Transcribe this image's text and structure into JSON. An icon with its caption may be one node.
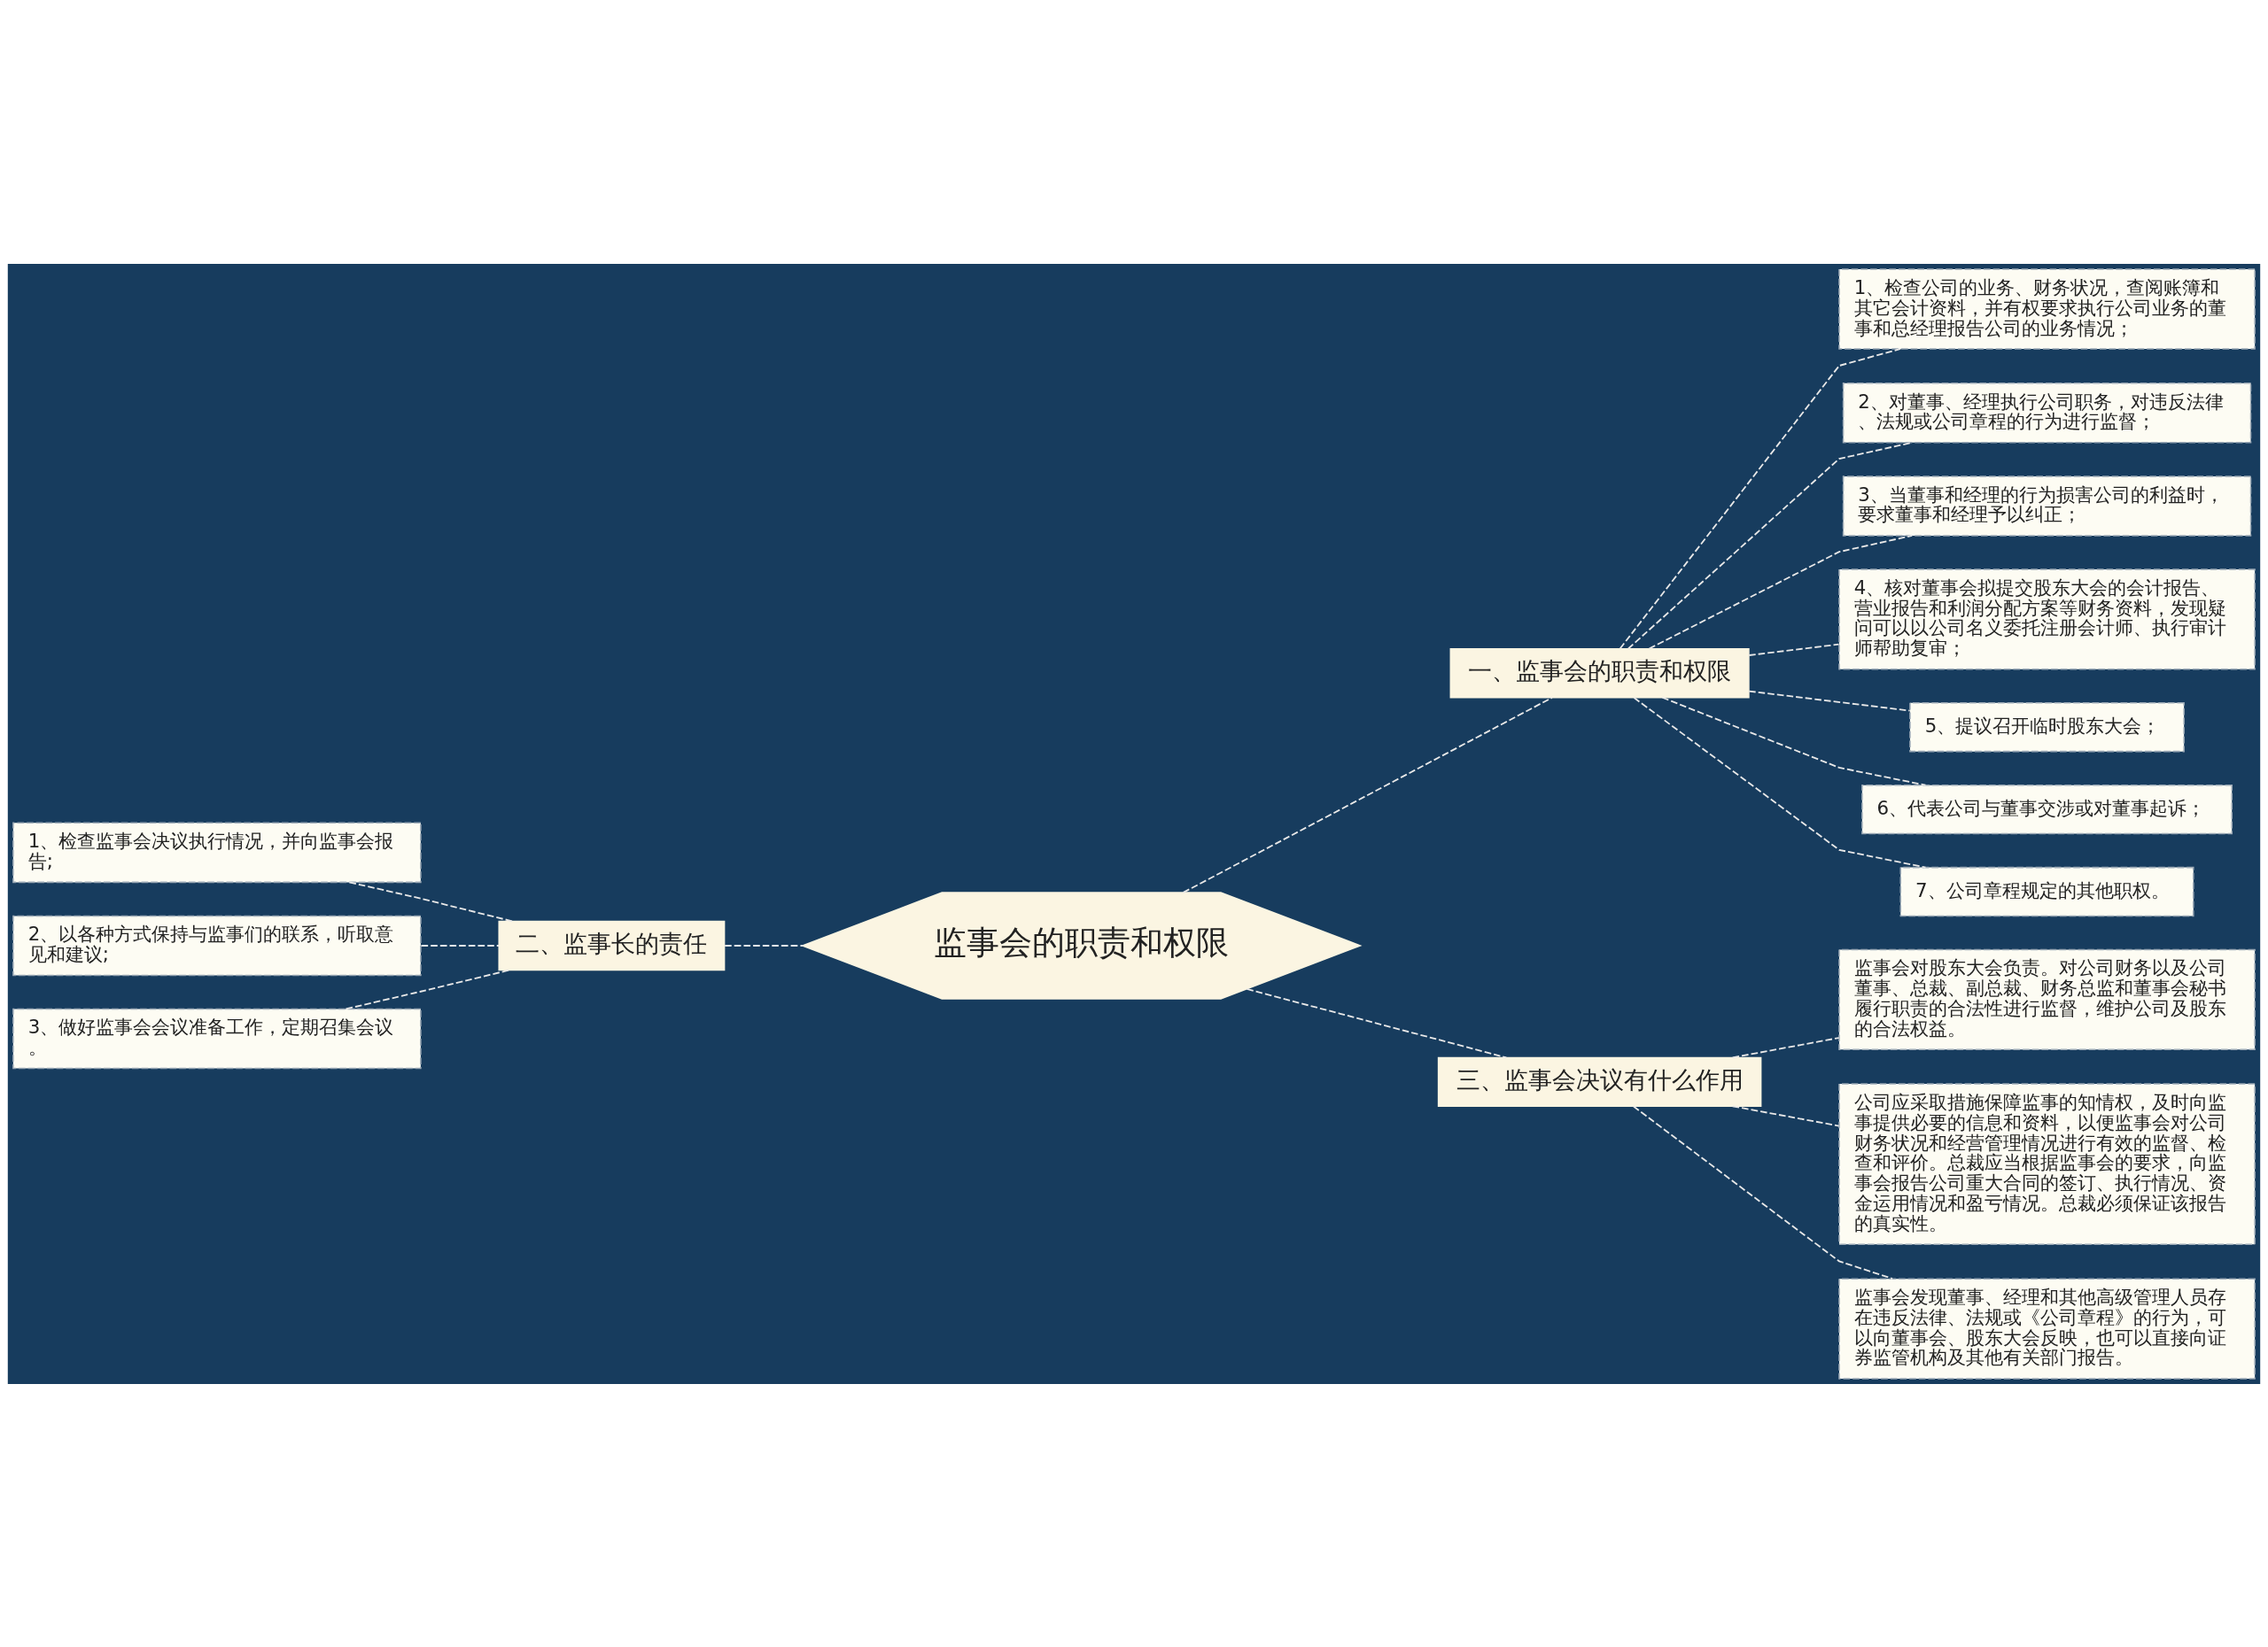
{
  "diagram": {
    "nodes": [
      {
        "text": [
          "监事会的职责和权限"
        ]
      },
      {
        "text": [
          "一、监事会的职责和权限"
        ]
      },
      {
        "text": [
          "1、检查公司的业务、财务状况，查阅账簿和其它会计资料，并有权要求执行公司业务的董事和总经理报告公司的业务情况；"
        ]
      },
      {
        "text": [
          "2、对董事、经理执行公司职务，对违反法律、法规或公司章程的行为进行监督；"
        ]
      },
      {
        "text": [
          "3、当董事和经理的行为损害公司的利益时，要求董事和经理予以纠正；"
        ]
      },
      {
        "text": [
          "4、核对董事会拟提交股东大会的会计报告、营业报告和利润分配方案等财务资料，发现疑问可以以公司名义委托注册会计师、执行审计师帮助复审；"
        ]
      },
      {
        "text": [
          "5、提议召开临时股东大会；"
        ]
      },
      {
        "text": [
          "6、代表公司与董事交涉或对董事起诉；"
        ]
      },
      {
        "text": [
          "7、公司章程规定的其他职权。"
        ]
      },
      {
        "text": [
          "二、监事长的责任"
        ]
      },
      {
        "text": [
          "1、检查监事会决议执行情况，并向监事会报告;"
        ]
      },
      {
        "text": [
          "2、以各种方式保持与监事们的联系，听取意见和建议;"
        ]
      },
      {
        "text": [
          "3、做好监事会会议准备工作，定期召集会议。"
        ]
      },
      {
        "text": [
          "三、监事会决议有什么作用"
        ]
      },
      {
        "text": [
          "监事会对股东大会负责。对公司财务以及公司董事、总裁、副总裁、财务总监和董事会秘书履行职责的合法性进行监督，维护公司及股东的合法权益。"
        ]
      },
      {
        "text": [
          "公司应采取措施保障监事的知情权，及时向监事提供必要的信息和资料，以便监事会对公司财务状况和经营管理情况进行有效的监督、检查和评价。总裁应当根据监事会的要求，向监事会报告公司重大合同的签订、执行情况、资金运用情况和盈亏情况。总裁必须保证该报告的真实性。"
        ]
      },
      {
        "text": [
          "监事会发现董事、经理和其他高级管理人员存在违反法律、法规或《公司章程》的行为，可以向董事会、股东大会反映，也可以直接向证券监管机构及其他有关部门报告。"
        ]
      }
    ],
    "edges": [
      {
        "from": 0,
        "to": 1,
        "arrow": "none",
        "style": "dashed"
      },
      {
        "from": 1,
        "to": 2,
        "arrow": "none",
        "style": "dashed"
      },
      {
        "from": 1,
        "to": 3,
        "arrow": "none",
        "style": "dashed"
      },
      {
        "from": 1,
        "to": 4,
        "arrow": "none",
        "style": "dashed"
      },
      {
        "from": 1,
        "to": 5,
        "arrow": "none",
        "style": "dashed"
      },
      {
        "from": 1,
        "to": 6,
        "arrow": "none",
        "style": "dashed"
      },
      {
        "from": 1,
        "to": 7,
        "arrow": "none",
        "style": "dashed"
      },
      {
        "from": 1,
        "to": 8,
        "arrow": "none",
        "style": "dashed"
      },
      {
        "from": 0,
        "to": 9,
        "arrow": "none",
        "style": "dashed"
      },
      {
        "from": 9,
        "to": 10,
        "arrow": "none",
        "style": "dashed"
      },
      {
        "from": 9,
        "to": 11,
        "arrow": "none",
        "style": "dashed"
      },
      {
        "from": 9,
        "to": 12,
        "arrow": "none",
        "style": "dashed"
      },
      {
        "from": 0,
        "to": 13,
        "arrow": "none",
        "style": "dashed"
      },
      {
        "from": 13,
        "to": 14,
        "arrow": "none",
        "style": "dashed"
      },
      {
        "from": 13,
        "to": 15,
        "arrow": "none",
        "style": "dashed"
      },
      {
        "from": 13,
        "to": 16,
        "arrow": "none",
        "style": "dashed"
      }
    ]
  }
}
